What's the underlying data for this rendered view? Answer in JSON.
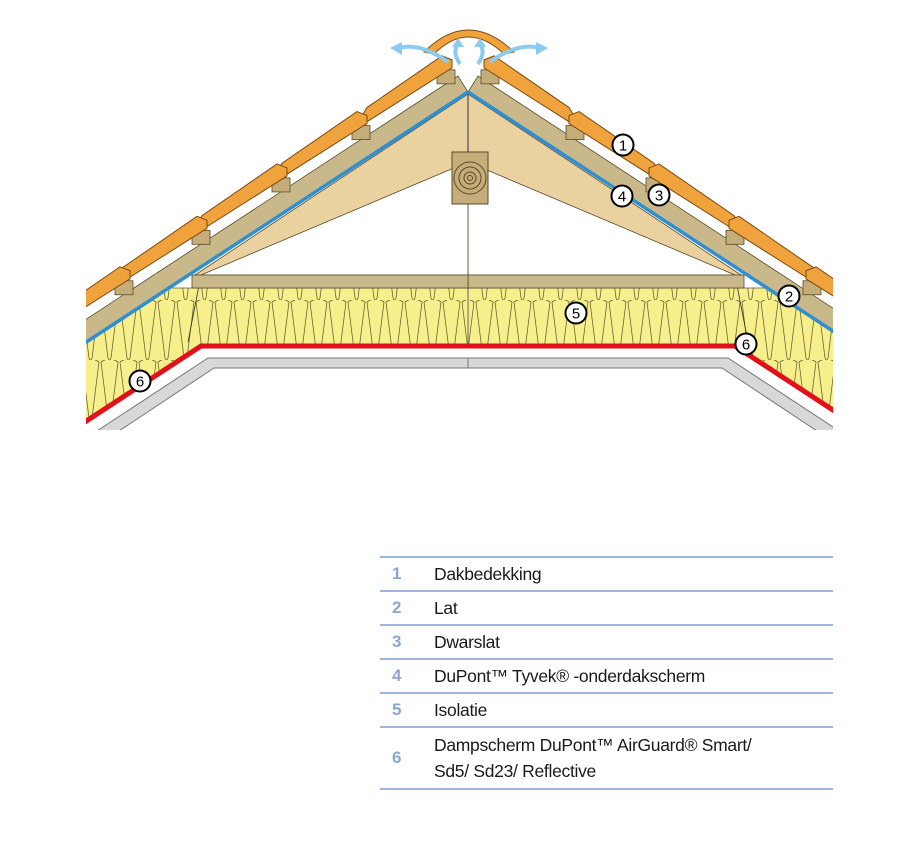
{
  "callouts": [
    "1",
    "2",
    "3",
    "4",
    "5",
    "6",
    "6"
  ],
  "legend": [
    {
      "num": "1",
      "label": "Dakbedekking"
    },
    {
      "num": "2",
      "label": "Lat"
    },
    {
      "num": "3",
      "label": "Dwarslat"
    },
    {
      "num": "4",
      "label": "DuPont™ Tyvek® -onderdakscherm"
    },
    {
      "num": "5",
      "label": "Isolatie"
    },
    {
      "num": "6",
      "label": "Dampscherm DuPont™ AirGuard® Smart/",
      "label2": "Sd5/ Sd23/ Reflective"
    }
  ],
  "colors": {
    "tile": "#f0a23c",
    "rafter": "#c9b98a",
    "timber": "#ead2a0",
    "insulation": "#f7ef8c",
    "membrane": "#2f8fd0",
    "vapour": "#e3101b",
    "board": "#d8d8d8",
    "legend_line": "#9fb4da",
    "legend_num": "#8ea6cf",
    "airflow": "#8ccbef"
  }
}
